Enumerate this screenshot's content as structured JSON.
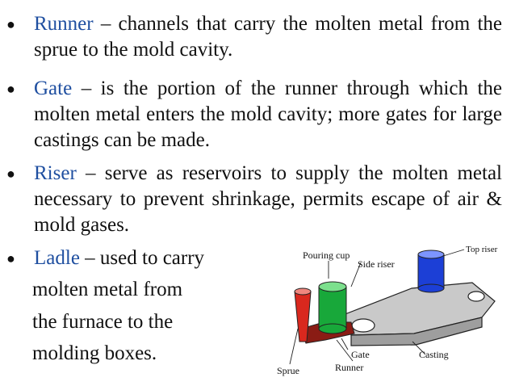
{
  "slide": {
    "items": [
      {
        "term": "Runner",
        "definition": "– channels that carry the molten metal from the sprue to the mold cavity."
      },
      {
        "term": "Gate",
        "definition": "– is the portion of the runner through which the molten metal enters the mold cavity; more gates for large castings can be made."
      },
      {
        "term": "Riser",
        "definition": "– serve as reservoirs to supply the molten metal necessary to prevent shrinkage, permits escape of air & mold gases."
      },
      {
        "term": "Ladle",
        "definition": "– used to carry",
        "continuation": [
          "molten metal from",
          "the furnace to the",
          "molding boxes."
        ]
      }
    ],
    "diagram": {
      "labels": {
        "pouring_cup": "Pouring cup",
        "side_riser": "Side riser",
        "top_riser": "Top riser",
        "gate": "Gate",
        "casting": "Casting",
        "runner": "Runner",
        "sprue": "Sprue"
      },
      "colors": {
        "sprue": "#d9281e",
        "side_riser": "#18a83a",
        "top_riser": "#1c3fd6",
        "casting": "#c9c9c9",
        "runner": "#8a1c14"
      }
    }
  }
}
